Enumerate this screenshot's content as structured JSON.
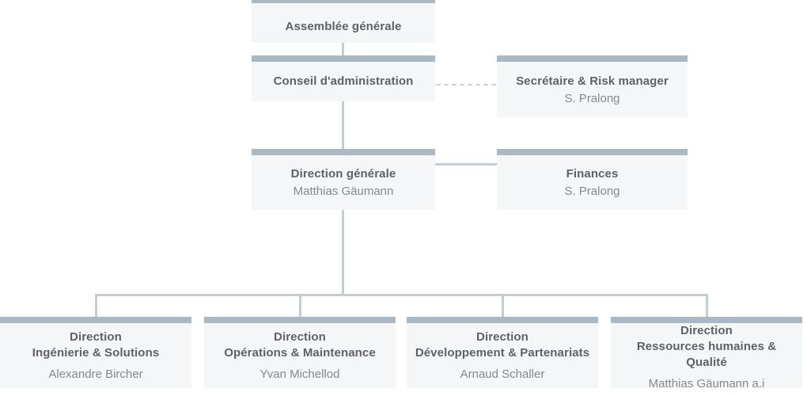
{
  "palette": {
    "bar": "#a9b8c2",
    "box_bg": "#f5f6f8",
    "line": "#c4cdcf",
    "dashed_line": "#d0d5d7",
    "title_text": "#5d6267",
    "person_text": "#84898d"
  },
  "org": {
    "root": {
      "title": "Assemblée générale"
    },
    "board": {
      "title": "Conseil d'administration"
    },
    "secretary": {
      "title": "Secrétaire & Risk manager",
      "person": "S. Pralong"
    },
    "general_management": {
      "title": "Direction générale",
      "person": "Matthias Gäumann"
    },
    "finance": {
      "title": "Finances",
      "person": "S. Pralong"
    },
    "departments": [
      {
        "title_line1": "Direction",
        "title_line2": "Ingénierie & Solutions",
        "person": "Alexandre Bircher"
      },
      {
        "title_line1": "Direction",
        "title_line2": "Opérations & Maintenance",
        "person": "Yvan Michellod"
      },
      {
        "title_line1": "Direction",
        "title_line2": "Développement & Partenariats",
        "person": "Arnaud Schaller"
      },
      {
        "title_line1": "Direction",
        "title_line2": "Ressources humaines & Qualité",
        "person": "Matthias Gäumann a.i"
      }
    ]
  }
}
